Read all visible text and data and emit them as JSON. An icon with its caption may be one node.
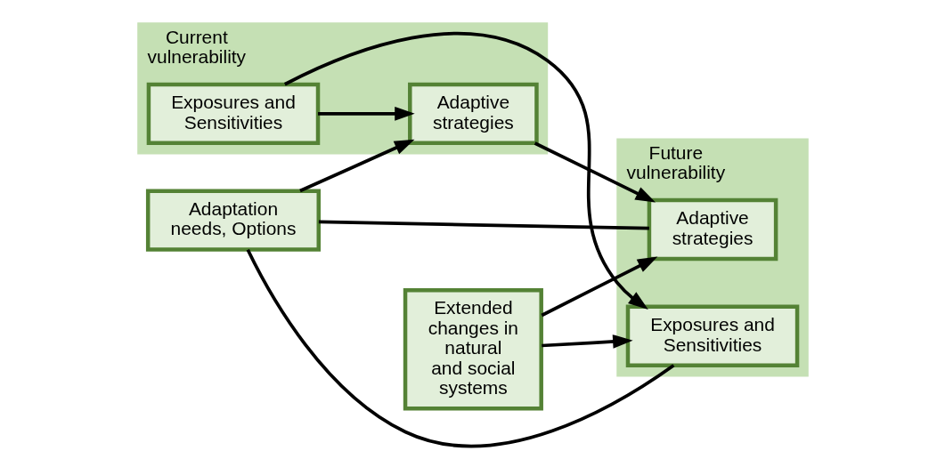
{
  "diagram": {
    "nodes": [
      {
        "text": [
          "Current vulnerability"
        ]
      },
      {
        "text": [
          "Exposures and Sensitivities"
        ],
        "in": 0
      },
      {
        "text": [
          "Adaptive strategies"
        ],
        "in": 0
      },
      {
        "text": [
          "Adaptation needs, Options"
        ]
      },
      {
        "text": [
          "Future vulnerability"
        ]
      },
      {
        "text": [
          "Exposures and Sensitivities"
        ],
        "in": 4
      },
      {
        "text": [
          "Adaptive strategies"
        ],
        "in": 4
      },
      {
        "text": [
          "Extended changes in natural and social systems"
        ]
      }
    ],
    "edges": [
      {
        "from": 1,
        "to": 2,
        "arrow": "to"
      },
      {
        "from": 3,
        "to": 2,
        "arrow": "to"
      },
      {
        "from": 3,
        "to": 5,
        "arrow": "none"
      },
      {
        "from": 3,
        "to": 6,
        "arrow": "none"
      },
      {
        "from": 1,
        "to": 5,
        "arrow": "to"
      },
      {
        "from": 7,
        "to": 5,
        "arrow": "to"
      },
      {
        "from": 2,
        "to": 6,
        "arrow": "to"
      },
      {
        "from": 7,
        "to": 6,
        "arrow": "to"
      }
    ]
  }
}
